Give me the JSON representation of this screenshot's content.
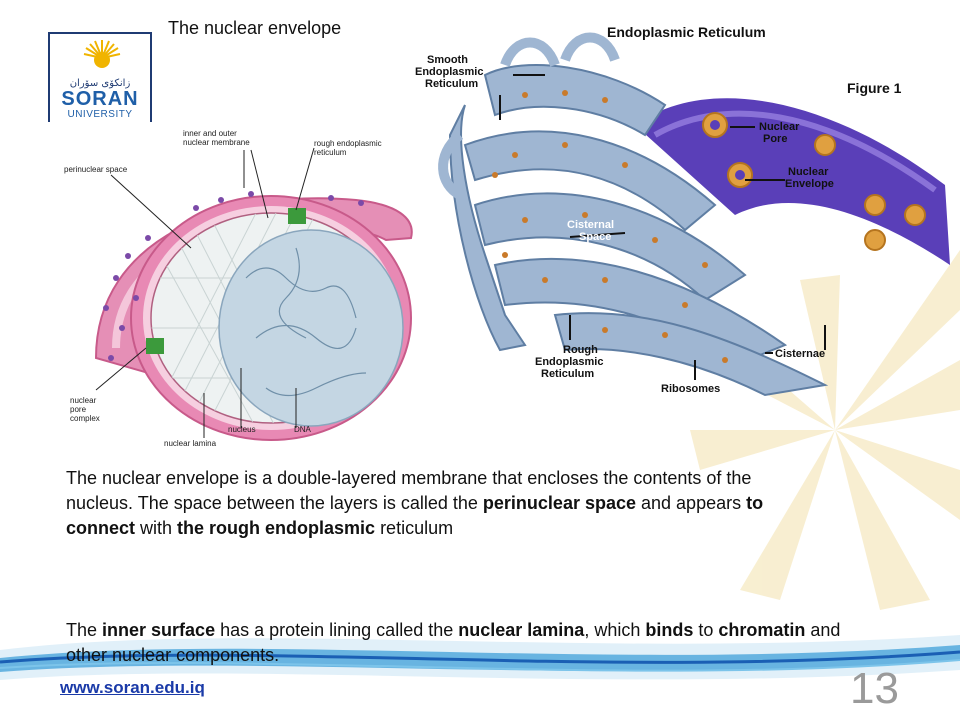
{
  "slide": {
    "title": "The nuclear envelope",
    "page_number": "13",
    "footer_link": "www.soran.edu.iq"
  },
  "logo": {
    "arabic_text": "زانكۆی سۆران",
    "name": "SORAN",
    "subtitle": "UNIVERSITY"
  },
  "figure_left": {
    "labels": {
      "inner_outer": "inner and outer\nnuclear membrane",
      "rough_er": "rough endoplasmic\nreticulum",
      "perinuclear": "perinuclear space",
      "pore_complex": "nuclear\npore\ncomplex",
      "nucleus": "nucleus",
      "dna": "DNA",
      "lamina": "nuclear lamina"
    }
  },
  "figure_right": {
    "title": "Endoplasmic Reticulum",
    "figure_label": "Figure 1",
    "labels": {
      "smooth_er": "Smooth\nEndoplasmic\nReticulum",
      "nuclear_pore": "Nuclear\nPore",
      "nuclear_envelope": "Nuclear\nEnvelope",
      "cisternal_space": "Cisternal\nSpace",
      "rough_er": "Rough\nEndoplasmic\nReticulum",
      "cisternae": "Cisternae",
      "ribosomes": "Ribosomes"
    }
  },
  "paragraph1": {
    "t1": "The nuclear envelope is a double-layered membrane that encloses the contents of the nucleus. The space between the layers is called the ",
    "b1": "perinuclear space",
    "t2": " and appears ",
    "b2": "to connect",
    "t3": " with ",
    "b3": "the rough endoplasmic",
    "t4": " reticulum"
  },
  "paragraph2": {
    "t1": "The ",
    "b1": "inner surface",
    "t2": " has a protein lining called the ",
    "b2": "nuclear lamina",
    "t3": ", which ",
    "b3": "binds",
    "t4": " to ",
    "b4": "chromatin",
    "t5": " and other nuclear components."
  },
  "colors": {
    "accent_blue": "#1f5fa8",
    "link_blue": "#1a3aa8",
    "ray_yellow": "#f6e9c2",
    "membrane_pink": "#e58fb6",
    "er_blue": "#8fa9c9",
    "nucleus_purple": "#5a3fb8"
  }
}
